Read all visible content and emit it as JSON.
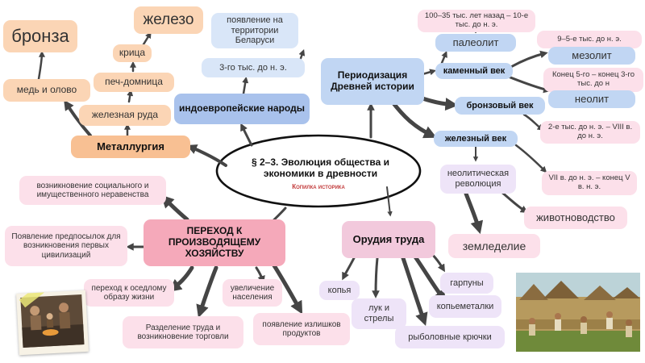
{
  "colors": {
    "arrow": "#454545",
    "metallurgy_branch": "#fbd5b5",
    "peoples_branch": "#a9c2ec",
    "periodization_branch": "#c1d6f3",
    "production_branch": "#f5a9ba",
    "tools_branch": "#f2c9dc",
    "accent_red": "#c23a3a"
  },
  "center": {
    "title": "§ 2–3. Эволюция общества и экономики в древности",
    "subtitle": "Копилка историка"
  },
  "metallurgy": {
    "title": "Металлургия",
    "bronze": "бронза",
    "copper_tin": "медь и олово",
    "iron": "железо",
    "bloom": "крица",
    "furnace": "печ-домница",
    "iron_ore": "железная руда"
  },
  "peoples": {
    "title": "индоевропейские народы",
    "date": "3-го тыс. до н. э.",
    "belarus": "появление на территории Беларуси"
  },
  "periods": {
    "title": "Периодизация Древней истории",
    "stone_age": "каменный век",
    "paleolithic_date": "100–35 тыс. лет назад – 10-е тыс. до н. э.",
    "paleolithic": "палеолит",
    "mesolithic_date": "9–5-е тыс. до н. э.",
    "mesolithic": "мезолит",
    "neolithic_date": "Конец 5-го – конец 3-го тыс. до н",
    "neolithic": "неолит",
    "bronze_age": "бронзовый век",
    "bronze_date": "2-е тыс. до н. э. – VIII в. до н. э.",
    "iron_age": "железный век",
    "iron_date": "VII в. до н. э. – конец V в. н. э.",
    "revolution": "неолитическая революция",
    "husbandry": "животноводство",
    "agriculture": "земледелие"
  },
  "production": {
    "title": "ПЕРЕХОД К ПРОИЗВОДЯЩЕМУ ХОЗЯЙСТВУ",
    "inequality": "возникновение социального и имущественного неравенства",
    "preconditions": "Появление предпосылок для возникновения первых цивилизаций",
    "sedentary": "переход к оседлому образу жизни",
    "division": "Разделение труда и возникновение торговли",
    "population": "увеличение населения",
    "surplus": "появление излишков продуктов"
  },
  "tools": {
    "title": "Орудия труда",
    "spears": "копья",
    "bows": "лук и стрелы",
    "hooks": "рыболовные крючки",
    "harpoons": "гарпуны",
    "spear_throwers": "копьеметалки"
  }
}
